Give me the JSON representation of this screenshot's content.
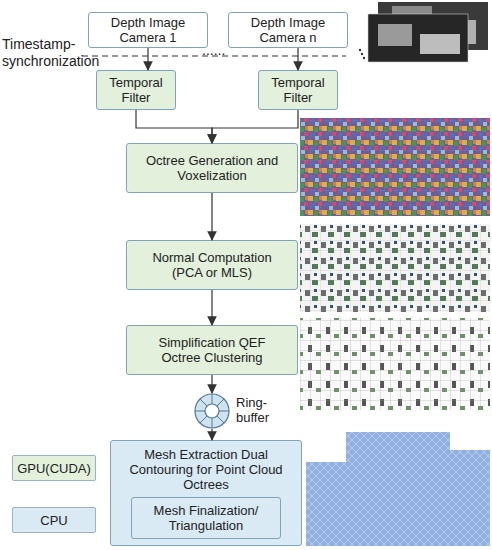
{
  "diagram": {
    "nodes": [
      {
        "text": [
          "Depth Image Camera 1"
        ]
      },
      {
        "text": [
          "Depth Image Camera n"
        ]
      },
      {
        "text": [
          "Temporal Filter"
        ]
      },
      {
        "text": [
          "Temporal Filter"
        ]
      },
      {
        "text": [
          "Octree Generation and Voxelization"
        ]
      },
      {
        "text": [
          "Normal Computation (PCA or MLS)"
        ]
      },
      {
        "text": [
          "Simplification QEF Octree Clustering"
        ]
      },
      {
        "text": [
          "Ring-buffer"
        ]
      },
      {
        "text": [
          "Mesh Extraction Dual Contouring for Point Cloud Octrees"
        ]
      },
      {
        "text": [
          "Mesh Finalization/ Triangulation"
        ],
        "in": 8
      }
    ],
    "edges": [
      {
        "from": 0,
        "to": 2,
        "arrow": "to"
      },
      {
        "from": 1,
        "to": 3,
        "arrow": "to"
      },
      {
        "from": 2,
        "to": 4,
        "arrow": "to"
      },
      {
        "from": 3,
        "to": 4,
        "arrow": "to"
      },
      {
        "from": 4,
        "to": 5,
        "arrow": "to"
      },
      {
        "from": 5,
        "to": 6,
        "arrow": "to"
      },
      {
        "from": 6,
        "to": 7,
        "arrow": "to"
      },
      {
        "from": 7,
        "to": 8,
        "arrow": "to"
      }
    ],
    "labels": [
      "Timestamp-synchronization",
      "......"
    ],
    "legend": [
      {
        "text": "GPU(CUDA)",
        "color": "#e2f0dc"
      },
      {
        "text": "CPU",
        "color": "#d9eaf5"
      }
    ]
  }
}
